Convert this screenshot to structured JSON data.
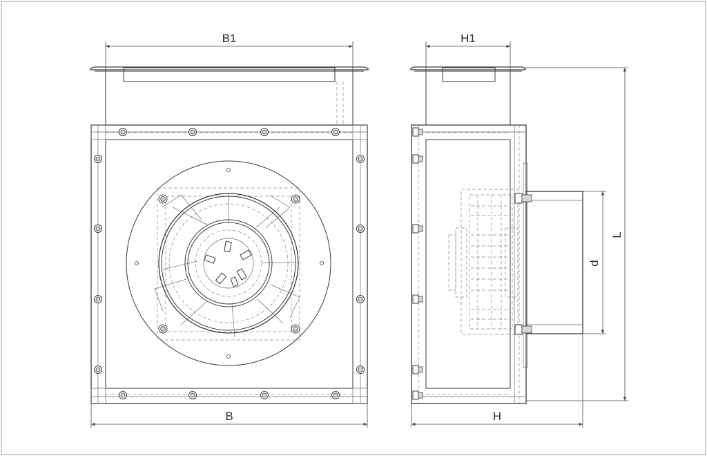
{
  "dimensions": {
    "front_top_width": "B1",
    "front_bottom_width": "B",
    "side_top_width": "H1",
    "side_bottom_width": "H",
    "overall_length": "L",
    "outlet_diameter": "d"
  },
  "colors": {
    "line": "#3a3a3a",
    "hidden_line": "#8a8a8a",
    "frame": "#bdbdbd"
  }
}
